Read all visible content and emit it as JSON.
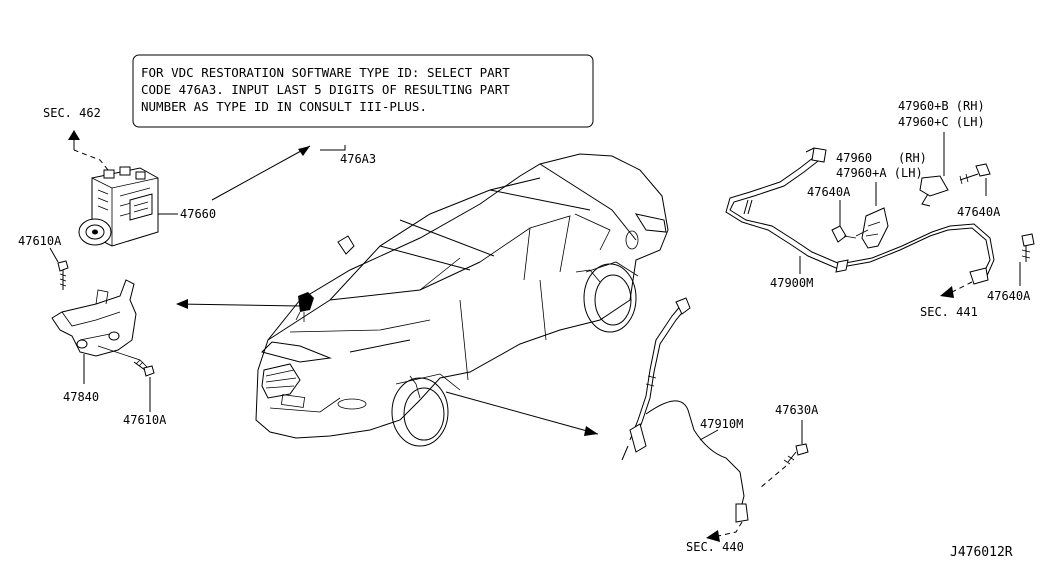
{
  "note": {
    "lines": [
      "FOR VDC RESTORATION SOFTWARE TYPE ID: SELECT PART",
      "CODE 476A3. INPUT LAST 5 DIGITS OF RESULTING PART",
      "NUMBER AS TYPE ID IN CONSULT III-PLUS."
    ]
  },
  "labels": {
    "sec462": "SEC. 462",
    "p476A3": "476A3",
    "p47660": "47660",
    "p47610A_top": "47610A",
    "p47840": "47840",
    "p47610A_bot": "47610A",
    "p47960B": "47960+B (RH)",
    "p47960C": "47960+C (LH)",
    "p47960": "47960",
    "p47960_rh": "(RH)",
    "p47960A": "47960+A (LH)",
    "p47640A_a": "47640A",
    "p47640A_b": "47640A",
    "p47900M": "47900M",
    "p47640A_c": "47640A",
    "sec441": "SEC. 441",
    "p47910M": "47910M",
    "p47630A": "47630A",
    "sec440": "SEC. 440",
    "diagram_id": "J476012R"
  }
}
